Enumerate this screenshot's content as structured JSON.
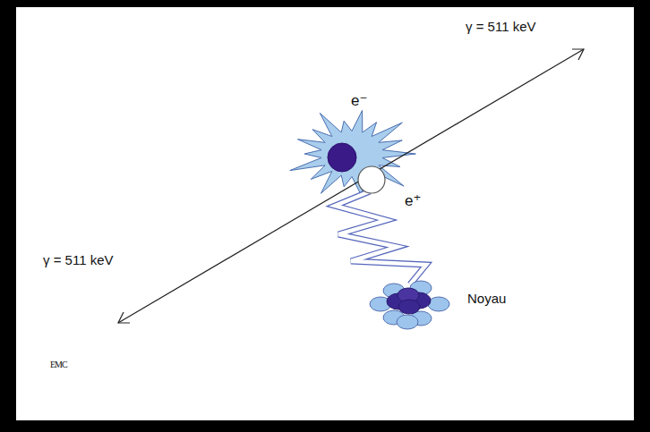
{
  "diagram": {
    "labels": [
      "γ = 511 keV",
      "γ = 511 keV",
      "e⁻",
      "e⁺",
      "Noyau",
      "EMC"
    ]
  }
}
